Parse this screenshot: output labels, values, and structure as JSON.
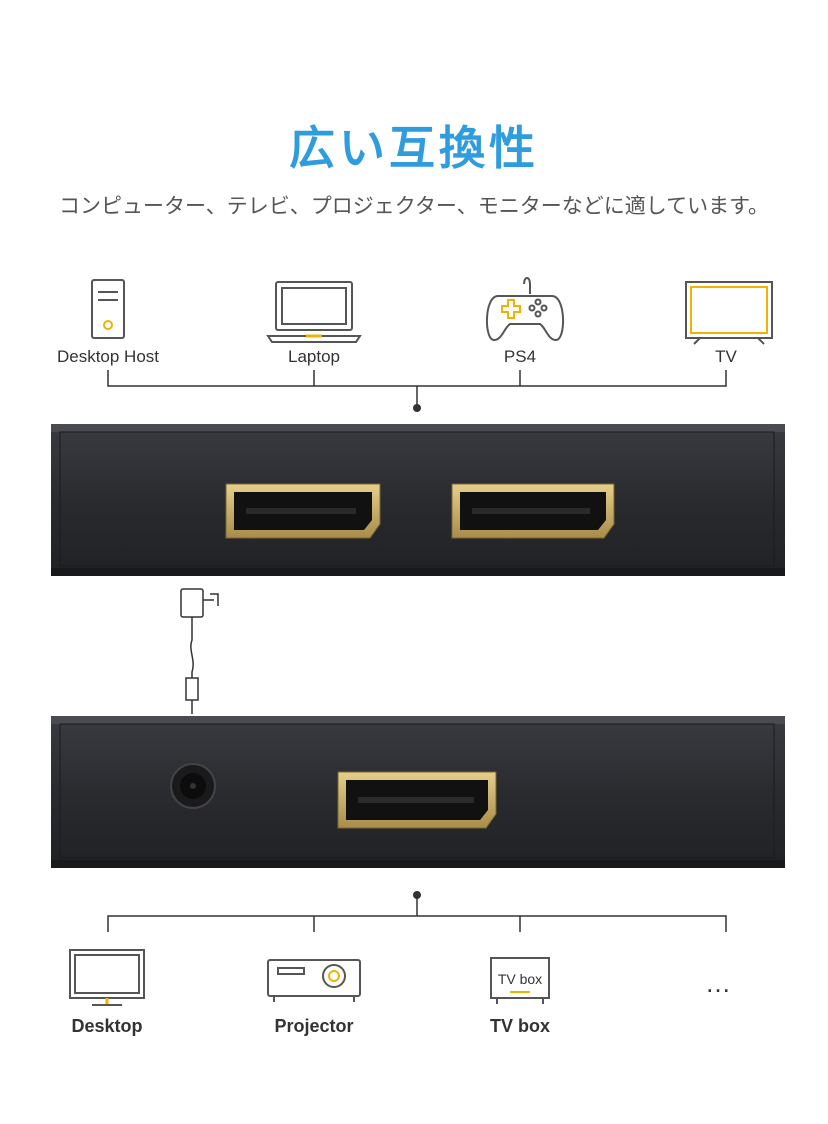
{
  "heading": {
    "title": "広い互換性",
    "subtitle": "コンピューター、テレビ、プロジェクター、モニターなどに適しています。"
  },
  "inputs": [
    {
      "label": "Desktop Host",
      "icon": "desktop-host-icon"
    },
    {
      "label": "Laptop",
      "icon": "laptop-icon"
    },
    {
      "label": "PS4",
      "icon": "gamepad-icon"
    },
    {
      "label": "TV",
      "icon": "tv-icon"
    }
  ],
  "outputs": [
    {
      "label": "Desktop",
      "icon": "monitor-icon"
    },
    {
      "label": "Projector",
      "icon": "projector-icon"
    },
    {
      "label": "TV box",
      "icon": "tv-box-icon",
      "icon_text": "TV box"
    },
    {
      "label": "…",
      "icon": "more-icon"
    }
  ],
  "colors": {
    "title": "#2f9ddd",
    "accent": "#f0b400",
    "device_body": "#2b2c30",
    "icon_stroke": "#555555"
  }
}
